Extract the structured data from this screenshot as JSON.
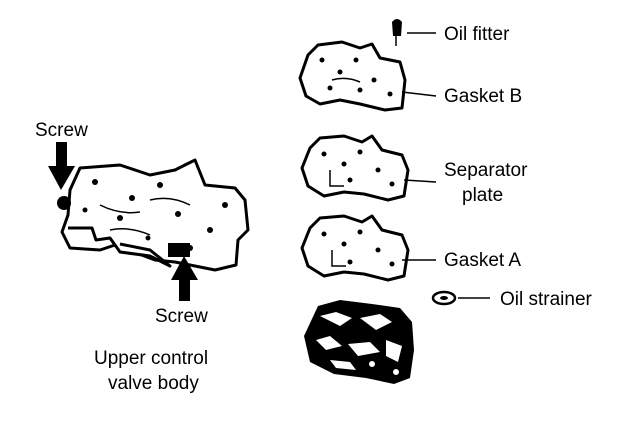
{
  "labels": {
    "screw_top": "Screw",
    "screw_bottom": "Screw",
    "upper_body_line1": "Upper control",
    "upper_body_line2": "valve body",
    "oil_fitter": "Oil fitter",
    "gasket_b": "Gasket B",
    "separator_line1": "Separator",
    "separator_line2": "plate",
    "gasket_a": "Gasket A",
    "oil_strainer": "Oil strainer"
  }
}
